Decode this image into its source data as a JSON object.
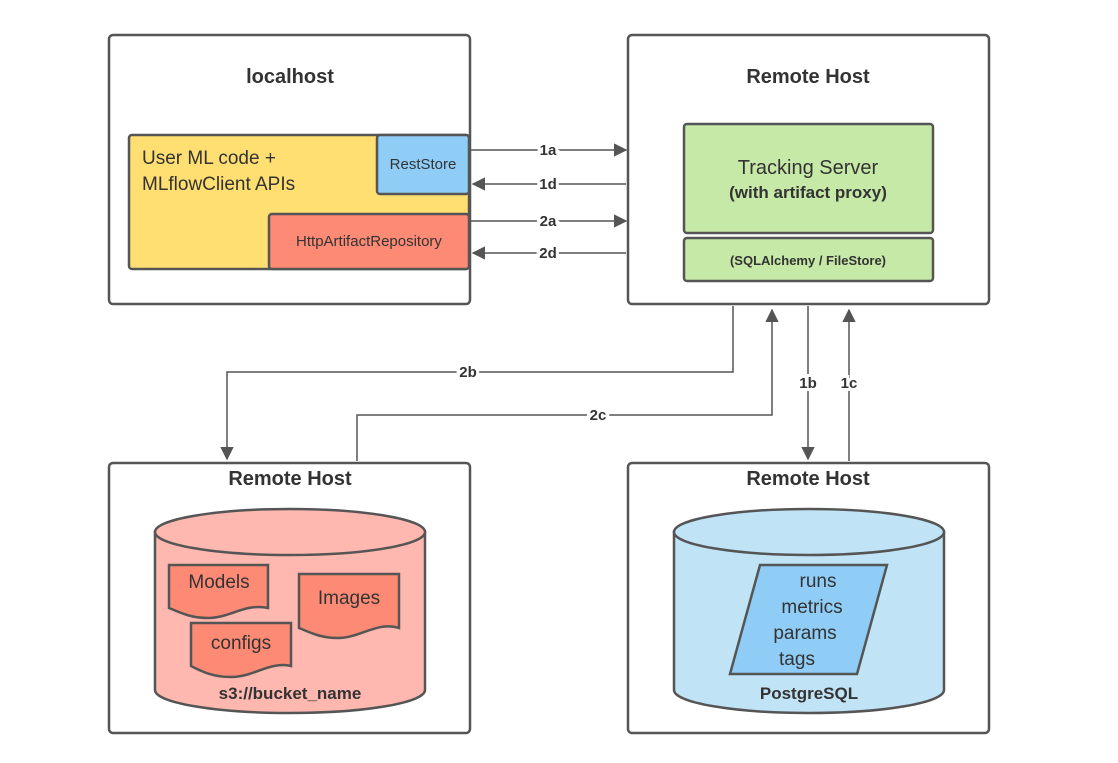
{
  "hosts": {
    "localhost": {
      "title": "localhost"
    },
    "remote_tracking": {
      "title": "Remote Host"
    },
    "remote_artifact": {
      "title": "Remote Host"
    },
    "remote_db": {
      "title": "Remote Host"
    }
  },
  "client": {
    "user_code_line1": "User ML code +",
    "user_code_line2": "MLflowClient APIs",
    "rest_store": "RestStore",
    "http_artifact_repo": "HttpArtifactRepository"
  },
  "server": {
    "tracking_title": "Tracking Server",
    "tracking_subtitle": "(with artifact proxy)",
    "backend": "(SQLAlchemy / FileStore)"
  },
  "artifact_store": {
    "items": [
      "Models",
      "Images",
      "configs"
    ],
    "name": "s3://bucket_name"
  },
  "database": {
    "items": [
      "runs",
      "metrics",
      "params",
      "tags"
    ],
    "name": "PostgreSQL"
  },
  "edges": {
    "e1a": "1a",
    "e1b": "1b",
    "e1c": "1c",
    "e1d": "1d",
    "e2a": "2a",
    "e2b": "2b",
    "e2c": "2c",
    "e2d": "2d"
  },
  "colors": {
    "yellow": "#FFDF71",
    "blue": "#8FCDF6",
    "red": "#FD8A75",
    "green": "#C6E9A8",
    "pink": "#FEB8B0",
    "lightblue": "#C0E3F6",
    "border": "#555555"
  }
}
